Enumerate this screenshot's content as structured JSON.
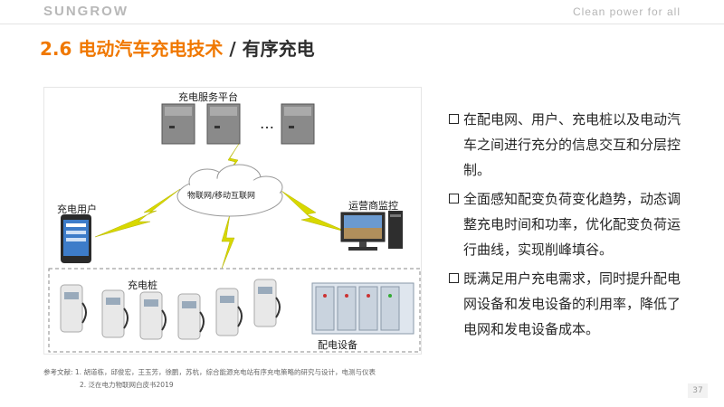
{
  "header": {
    "brand": "SUNGROW",
    "tagline": "Clean power for all"
  },
  "title": {
    "main": "2.6 电动汽车充电技术",
    "separator": " / ",
    "sub": "有序充电"
  },
  "diagram": {
    "platform_label": "充电服务平台",
    "ellipsis": "…",
    "cloud_label": "物联网/移动互联网",
    "user_label": "充电用户",
    "operator_label": "运营商监控",
    "pile_label": "充电桩",
    "distribution_label": "配电设备"
  },
  "bullets": [
    "在配电网、用户、充电桩以及电动汽车之间进行充分的信息交互和分层控制。",
    "全面感知配变负荷变化趋势，动态调整充电时间和功率，优化配变负荷运行曲线，实现削峰填谷。",
    "既满足用户充电需求，同时提升配电网设备和发电设备的利用率，降低了电网和发电设备成本。"
  ],
  "references": {
    "line1": "参考文献: 1. 胡道栋，邱俊宏，王玉芳，徐鹏，苏杭，综合能源充电站有序充电策略的研究与设计，电测与仪表",
    "line2": "2. 泛在电力物联网白皮书2019"
  },
  "page_number": "37",
  "colors": {
    "accent": "#f07800",
    "lightning": "#d8d800",
    "text": "#262626"
  }
}
